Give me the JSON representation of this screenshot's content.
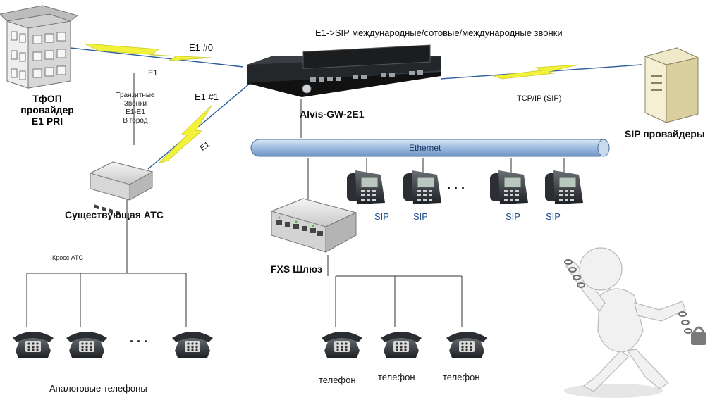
{
  "title": "E1->SIP международные/сотовые/международные звонки",
  "pstn": {
    "line1": "ТфОП",
    "line2": "провайдер",
    "line3": "E1 PRI"
  },
  "links": {
    "e1_0": "E1 #0",
    "e1_1": "E1 #1",
    "e1_a": "E1",
    "e1_b": "E1",
    "tcpip": "TCP/IP (SIP)"
  },
  "transit": {
    "line1": "Транзитные",
    "line2": "Звонки",
    "line3": "E1-E1",
    "line4": "В город"
  },
  "gateway": {
    "name": "Alvis-GW-2E1"
  },
  "sip_provider": {
    "name": "SIP провайдеры"
  },
  "ethernet": {
    "label": "Ethernet"
  },
  "pbx": {
    "name": "Существующая АТС",
    "cross": "Кросс АТС"
  },
  "ip_phones": {
    "labels": [
      "SIP",
      "SIP",
      "SIP",
      "SIP"
    ],
    "ellipsis": ". . ."
  },
  "fxs": {
    "name": "FXS Шлюз",
    "phones": [
      "телефон",
      "телефон",
      "телефон"
    ]
  },
  "analog": {
    "label": "Аналоговые телефоны",
    "ellipsis": ". . ."
  },
  "colors": {
    "lightning": "#f2f23a",
    "ethernet": "#a9c4e6",
    "sip_text": "#1f4e8c",
    "link_line": "#2a5d9a"
  }
}
